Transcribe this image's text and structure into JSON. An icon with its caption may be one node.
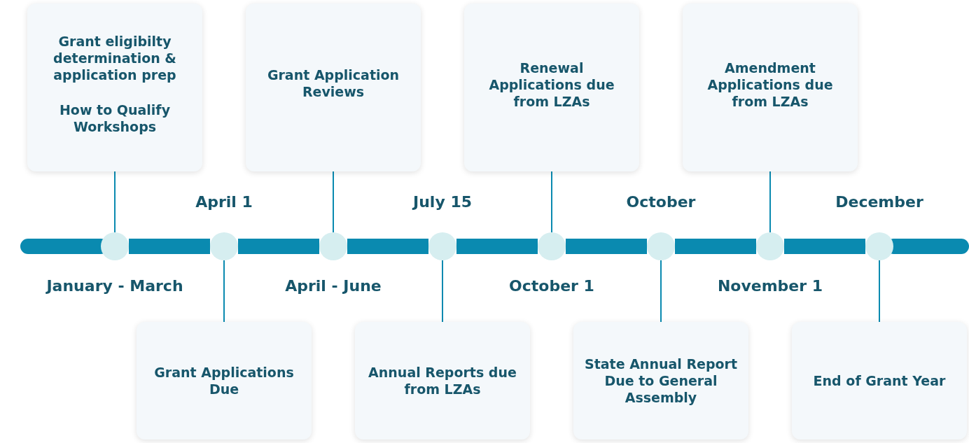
{
  "diagram": {
    "nodes": [
      {
        "text": [
          "Grant eligibilty determination & application prep",
          "How to Qualify Workshops"
        ]
      },
      {
        "text": [
          "Grant Applications Due"
        ]
      },
      {
        "text": [
          "Grant Application Reviews"
        ]
      },
      {
        "text": [
          "Annual Reports due from LZAs"
        ]
      },
      {
        "text": [
          "Renewal Applications due from LZAs"
        ]
      },
      {
        "text": [
          "State Annual Report Due to General Assembly"
        ]
      },
      {
        "text": [
          "Amendment Applications due from LZAs"
        ]
      },
      {
        "text": [
          "End of Grant Year"
        ]
      },
      {
        "text": [],
        "shape": "circle",
        "beside": [
          "January - March"
        ]
      },
      {
        "text": [],
        "shape": "circle",
        "beside": [
          "April 1"
        ]
      },
      {
        "text": [],
        "shape": "circle",
        "beside": [
          "April - June"
        ]
      },
      {
        "text": [],
        "shape": "circle",
        "beside": [
          "July 15"
        ]
      },
      {
        "text": [],
        "shape": "circle",
        "beside": [
          "October 1"
        ]
      },
      {
        "text": [],
        "shape": "circle",
        "beside": [
          "October"
        ]
      },
      {
        "text": [],
        "shape": "circle",
        "beside": [
          "November 1"
        ]
      },
      {
        "text": [],
        "shape": "circle",
        "beside": [
          "December"
        ]
      }
    ],
    "edges": [
      {
        "from": 0,
        "to": 8,
        "arrow": "none"
      },
      {
        "from": 1,
        "to": 9,
        "arrow": "none"
      },
      {
        "from": 2,
        "to": 10,
        "arrow": "none"
      },
      {
        "from": 3,
        "to": 11,
        "arrow": "none"
      },
      {
        "from": 4,
        "to": 12,
        "arrow": "none"
      },
      {
        "from": 5,
        "to": 13,
        "arrow": "none"
      },
      {
        "from": 6,
        "to": 14,
        "arrow": "none"
      },
      {
        "from": 7,
        "to": 15,
        "arrow": "none"
      },
      {
        "from": 8,
        "to": 9,
        "arrow": "none",
        "style": "thick"
      },
      {
        "from": 9,
        "to": 10,
        "arrow": "none",
        "style": "thick"
      },
      {
        "from": 10,
        "to": 11,
        "arrow": "none",
        "style": "thick"
      },
      {
        "from": 11,
        "to": 12,
        "arrow": "none",
        "style": "thick"
      },
      {
        "from": 12,
        "to": 13,
        "arrow": "none",
        "style": "thick"
      },
      {
        "from": 13,
        "to": 14,
        "arrow": "none",
        "style": "thick"
      },
      {
        "from": 14,
        "to": 15,
        "arrow": "none",
        "style": "thick"
      }
    ]
  }
}
